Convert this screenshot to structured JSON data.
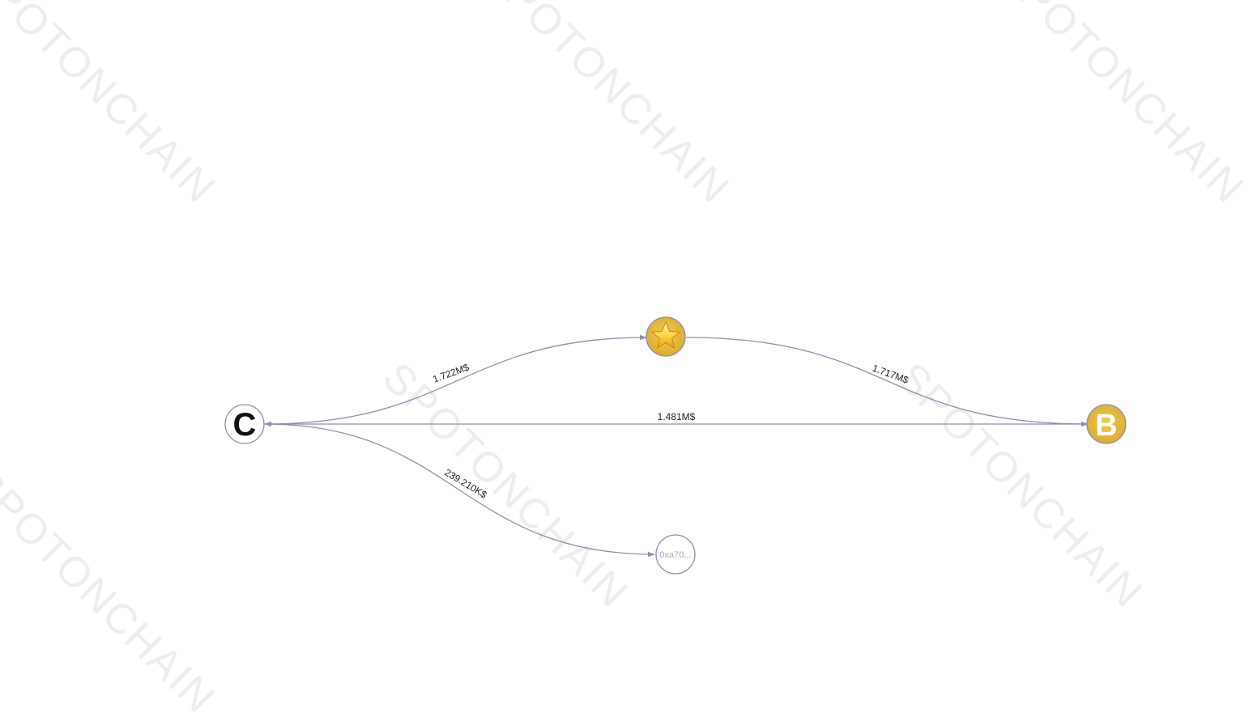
{
  "watermark": {
    "text": "SPOTONCHAIN",
    "color": "#ededed"
  },
  "colors": {
    "edge": "#8f8cb3",
    "gold": "#e2b93e",
    "node_white": "#ffffff"
  },
  "nodes": {
    "c": {
      "letter": "C",
      "icon": "c-letter-icon"
    },
    "star": {
      "icon": "star-icon"
    },
    "b": {
      "letter": "B",
      "icon": "b-letter-icon"
    },
    "addr": {
      "label": "0xa70..."
    }
  },
  "edges": {
    "c_to_star": {
      "label": "1.722M$"
    },
    "star_to_b": {
      "label": "1.717M$"
    },
    "c_to_b": {
      "label": "1.481M$"
    },
    "c_to_addr": {
      "label": "239.210K$"
    }
  }
}
